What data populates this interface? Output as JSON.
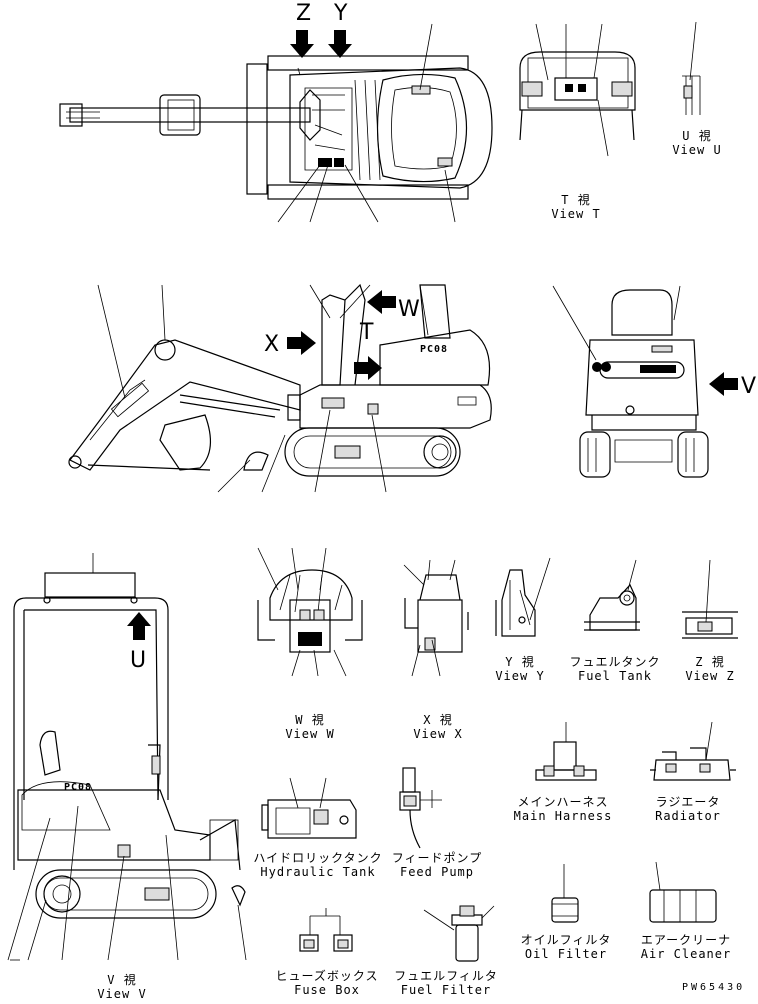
{
  "markers": {
    "z": "Z",
    "y": "Y",
    "w": "W",
    "x": "X",
    "v": "V",
    "u": "U",
    "t": "T"
  },
  "views": {
    "view_t": {
      "jp": "T 視",
      "en": "View T"
    },
    "view_u": {
      "jp": "U 視",
      "en": "View U"
    },
    "view_y": {
      "jp": "Y 視",
      "en": "View Y"
    },
    "fuel_tank": {
      "jp": "フュエルタンク",
      "en": "Fuel Tank"
    },
    "view_z": {
      "jp": "Z 視",
      "en": "View Z"
    },
    "view_w": {
      "jp": "W 視",
      "en": "View W"
    },
    "view_x": {
      "jp": "X 視",
      "en": "View X"
    },
    "main_harness": {
      "jp": "メインハーネス",
      "en": "Main Harness"
    },
    "radiator": {
      "jp": "ラジエータ",
      "en": "Radiator"
    },
    "hydraulic_tank": {
      "jp": "ハイドロリックタンク",
      "en": "Hydraulic Tank"
    },
    "feed_pump": {
      "jp": "フィードポンプ",
      "en": "Feed Pump"
    },
    "oil_filter": {
      "jp": "オイルフィルタ",
      "en": "Oil Filter"
    },
    "air_cleaner": {
      "jp": "エアークリーナ",
      "en": "Air Cleaner"
    },
    "view_v": {
      "jp": "V 視",
      "en": "View V"
    },
    "fuse_box": {
      "jp": "ヒューズボックス",
      "en": "Fuse Box"
    },
    "fuel_filter": {
      "jp": "フュエルフィルタ",
      "en": "Fuel Filter"
    }
  },
  "decal_text": {
    "model": "PC08"
  },
  "drawing_code": "PW65430"
}
